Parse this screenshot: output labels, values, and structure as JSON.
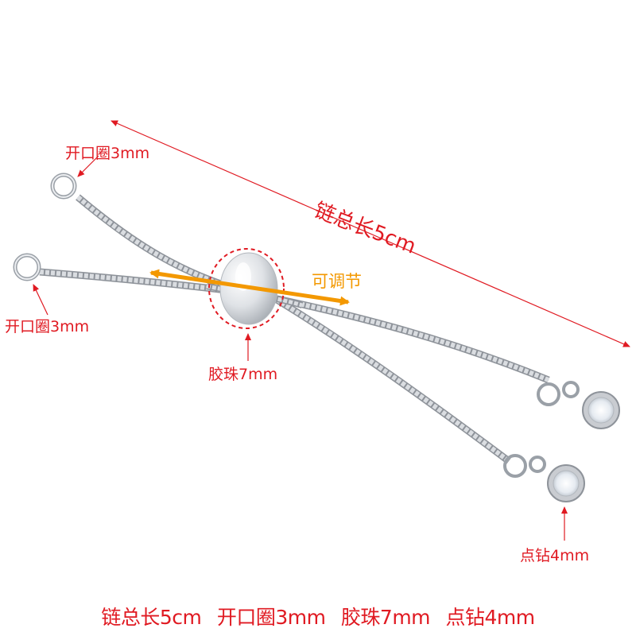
{
  "labels": {
    "total_length": "链总长5cm",
    "ring_top": "开口圈3mm",
    "ring_left": "开口圈3mm",
    "adjustable": "可调节",
    "bead": "胶珠7mm",
    "rhinestone": "点钻4mm"
  },
  "caption": {
    "part1": "链总长5cm",
    "part2": "开口圈3mm",
    "part3": "胶珠7mm",
    "part4": "点钻4mm"
  },
  "colors": {
    "annotation_red": "#e01a22",
    "adjust_orange": "#f39800",
    "silver": "#c9ccd1",
    "silver_dark": "#8e939a",
    "crystal": "#eef2f6"
  },
  "icons": [
    "arrow-icon",
    "double-arrow-icon",
    "dashed-circle-icon"
  ]
}
